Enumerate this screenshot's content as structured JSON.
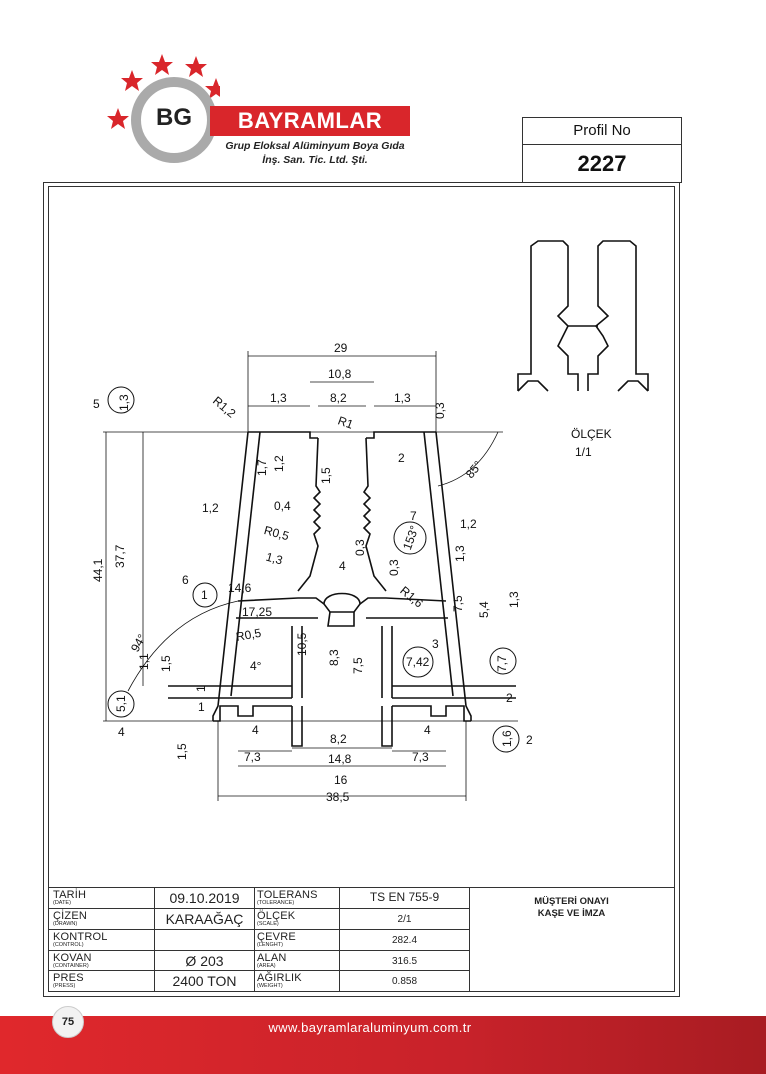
{
  "header": {
    "logo_initials": "BG",
    "brand": "BAYRAMLAR",
    "subtitle1": "Grup Eloksal Alüminyum Boya Gıda",
    "subtitle2": "İnş. San. Tic. Ltd. Şti."
  },
  "profile": {
    "label": "Profil No",
    "number": "2227"
  },
  "drawing": {
    "scale_label": "ÖLÇEK",
    "scale_value": "1/1",
    "dims": [
      "29",
      "10,8",
      "8,2",
      "1,3",
      "1,3",
      "0,3",
      "R1,2",
      "R1",
      "1,7",
      "1,2",
      "1,5",
      "2",
      "85°",
      "1,2",
      "0,4",
      "R0,5",
      "1,3",
      "0,3",
      "0,3",
      "4",
      "7",
      "153°",
      "1,2",
      "1,3",
      "14,6",
      "R1,6",
      "7,5",
      "5,4",
      "1,3",
      "17,25",
      "R0,5",
      "3",
      "10,5",
      "8,3",
      "7,5",
      "7,42",
      "7,7",
      "4°",
      "94°",
      "1,1",
      "1,5",
      "1",
      "44,1",
      "37,7",
      "5,1",
      "2",
      "1",
      "4",
      "4",
      "8,2",
      "7,3",
      "7,3",
      "14,8",
      "16",
      "38,5",
      "1,6",
      "1,5"
    ],
    "callouts": [
      "5",
      "1,3",
      "6",
      "1",
      "4",
      "2"
    ]
  },
  "titleblock": {
    "rows": [
      {
        "cap": "TARİH",
        "sub": "(DATE)",
        "value": "09.10.2019",
        "cap2": "TOLERANS",
        "sub2": "(TOLERANCE)",
        "value2": "TS EN 755-9"
      },
      {
        "cap": "ÇİZEN",
        "sub": "(DRAWN)",
        "value": "KARAAĞAÇ",
        "cap2": "ÖLÇEK",
        "sub2": "(SCALE)",
        "value2": "2/1"
      },
      {
        "cap": "KONTROL",
        "sub": "(CONTROL)",
        "value": "",
        "cap2": "ÇEVRE",
        "sub2": "(LENGHT)",
        "value2": "282.4"
      },
      {
        "cap": "KOVAN",
        "sub": "(CONTAINER)",
        "value": "Ø 203",
        "cap2": "ALAN",
        "sub2": "(AREA)",
        "value2": "316.5"
      },
      {
        "cap": "PRES",
        "sub": "(PRESS)",
        "value": "2400  TON",
        "cap2": "AĞIRLIK",
        "sub2": "(WEIGHT)",
        "value2": "0.858"
      }
    ],
    "approval_line1": "MÜŞTERİ ONAYI",
    "approval_line2": "KAŞE VE İMZA"
  },
  "footer": {
    "page": "75",
    "site": "www.bayramlaraluminyum.com.tr"
  },
  "colors": {
    "brand_red": "#d9262b",
    "ring_gray": "#aaaaaa"
  }
}
